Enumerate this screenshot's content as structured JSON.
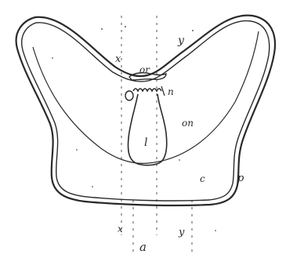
{
  "figure": {
    "labels": {
      "or": "or",
      "n": "n",
      "on": "on",
      "l": "l",
      "c": "c",
      "p": "p",
      "x_top": "x",
      "y_top": "y",
      "x_bottom": "x",
      "y_bottom": "y",
      "a": "a"
    },
    "colors": {
      "ink": "#2a2a2a",
      "paper": "#ffffff"
    }
  }
}
